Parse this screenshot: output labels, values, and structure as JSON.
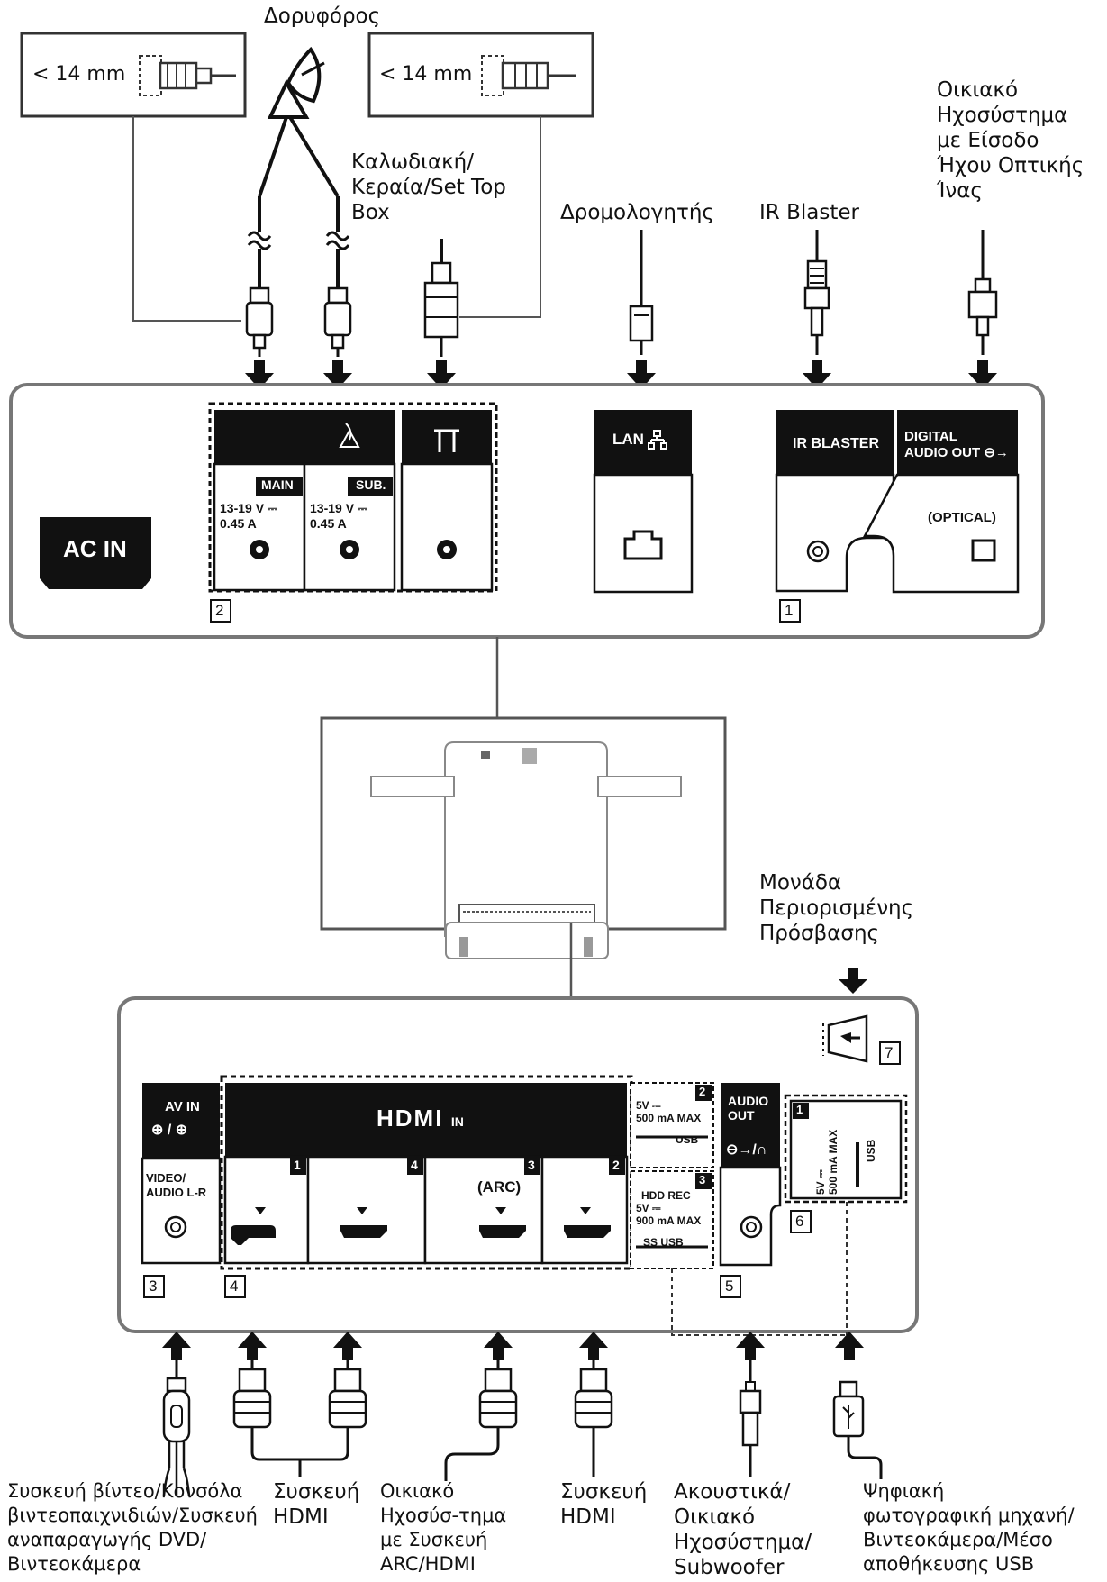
{
  "labels": {
    "satellite": "Δορυφόρος",
    "cable": [
      "Καλωδιακή/",
      "Κεραία/Set Top",
      "Box"
    ],
    "router": "Δρομολογητής",
    "ir_blaster": "IR Blaster",
    "home_audio_optical": [
      "Οικιακό",
      "Ηχοσύστημα",
      "με Είσοδο",
      "Ήχου Οπτικής",
      "Ίνας"
    ],
    "cam": [
      "Μονάδα",
      "Περιορισμένης",
      "Πρόσβασης"
    ],
    "video_device": [
      "Συσκευή βίντεο/Κονσόλα",
      "βιντεοπαιχνιδιών/Συσκευή",
      "αναπαραγωγής DVD/",
      "Βιντεοκάμερα"
    ],
    "hdmi_device_left": [
      "Συσκευή",
      "HDMI"
    ],
    "arc_device": [
      "Οικιακό",
      "Ηχοσύσ-τημα",
      "με Συσκευή",
      "ARC/HDMI"
    ],
    "hdmi_device_right": [
      "Συσκευή",
      "HDMI"
    ],
    "headphones": [
      "Ακουστικά/",
      "Οικιακό",
      "Ηχοσύστημα/",
      "Subwoofer"
    ],
    "usb_device": [
      "Ψηφιακή",
      "φωτογραφική μηχανή/",
      "Βιντεοκάμερα/Μέσο",
      "αποθήκευσης USB"
    ]
  },
  "length_boxes": {
    "left": "< 14 mm",
    "right": "< 14 mm"
  },
  "top_panel": {
    "ac_in": "AC IN",
    "main": "MAIN",
    "sub": "SUB.",
    "main_power": [
      "13-19 V ⎓",
      "0.45 A"
    ],
    "sub_power": [
      "13-19 V ⎓",
      "0.45 A"
    ],
    "lan": "LAN",
    "ir_blaster": "IR BLASTER",
    "digital_audio_out": [
      "DIGITAL",
      "AUDIO OUT ⊖→"
    ],
    "optical": "(OPTICAL)",
    "callout_2": "2",
    "callout_1": "1"
  },
  "bottom_panel": {
    "av_in": "AV IN",
    "av_in_icons": "⊕ / ⊕",
    "video_audio": [
      "VIDEO/",
      "AUDIO L-R"
    ],
    "hdmi_logo": "HDMI",
    "hdmi_in": "IN",
    "hdmi_numbers": [
      "1",
      "4",
      "3",
      "2"
    ],
    "arc": "(ARC)",
    "usb2": [
      "5V ⎓",
      "500 mA MAX",
      "USB"
    ],
    "usb2_num": "2",
    "usb3": [
      "HDD REC",
      "5V ⎓",
      "900 mA MAX",
      "SS USB"
    ],
    "usb3_num": "3",
    "audio_out": [
      "AUDIO",
      "OUT"
    ],
    "audio_out_icons": "⊖→/∩",
    "usb1": [
      "5V ⎓",
      "500 mA MAX",
      "USB"
    ],
    "usb1_num": "1",
    "callout_3": "3",
    "callout_4": "4",
    "callout_5": "5",
    "callout_6": "6",
    "callout_7": "7"
  }
}
